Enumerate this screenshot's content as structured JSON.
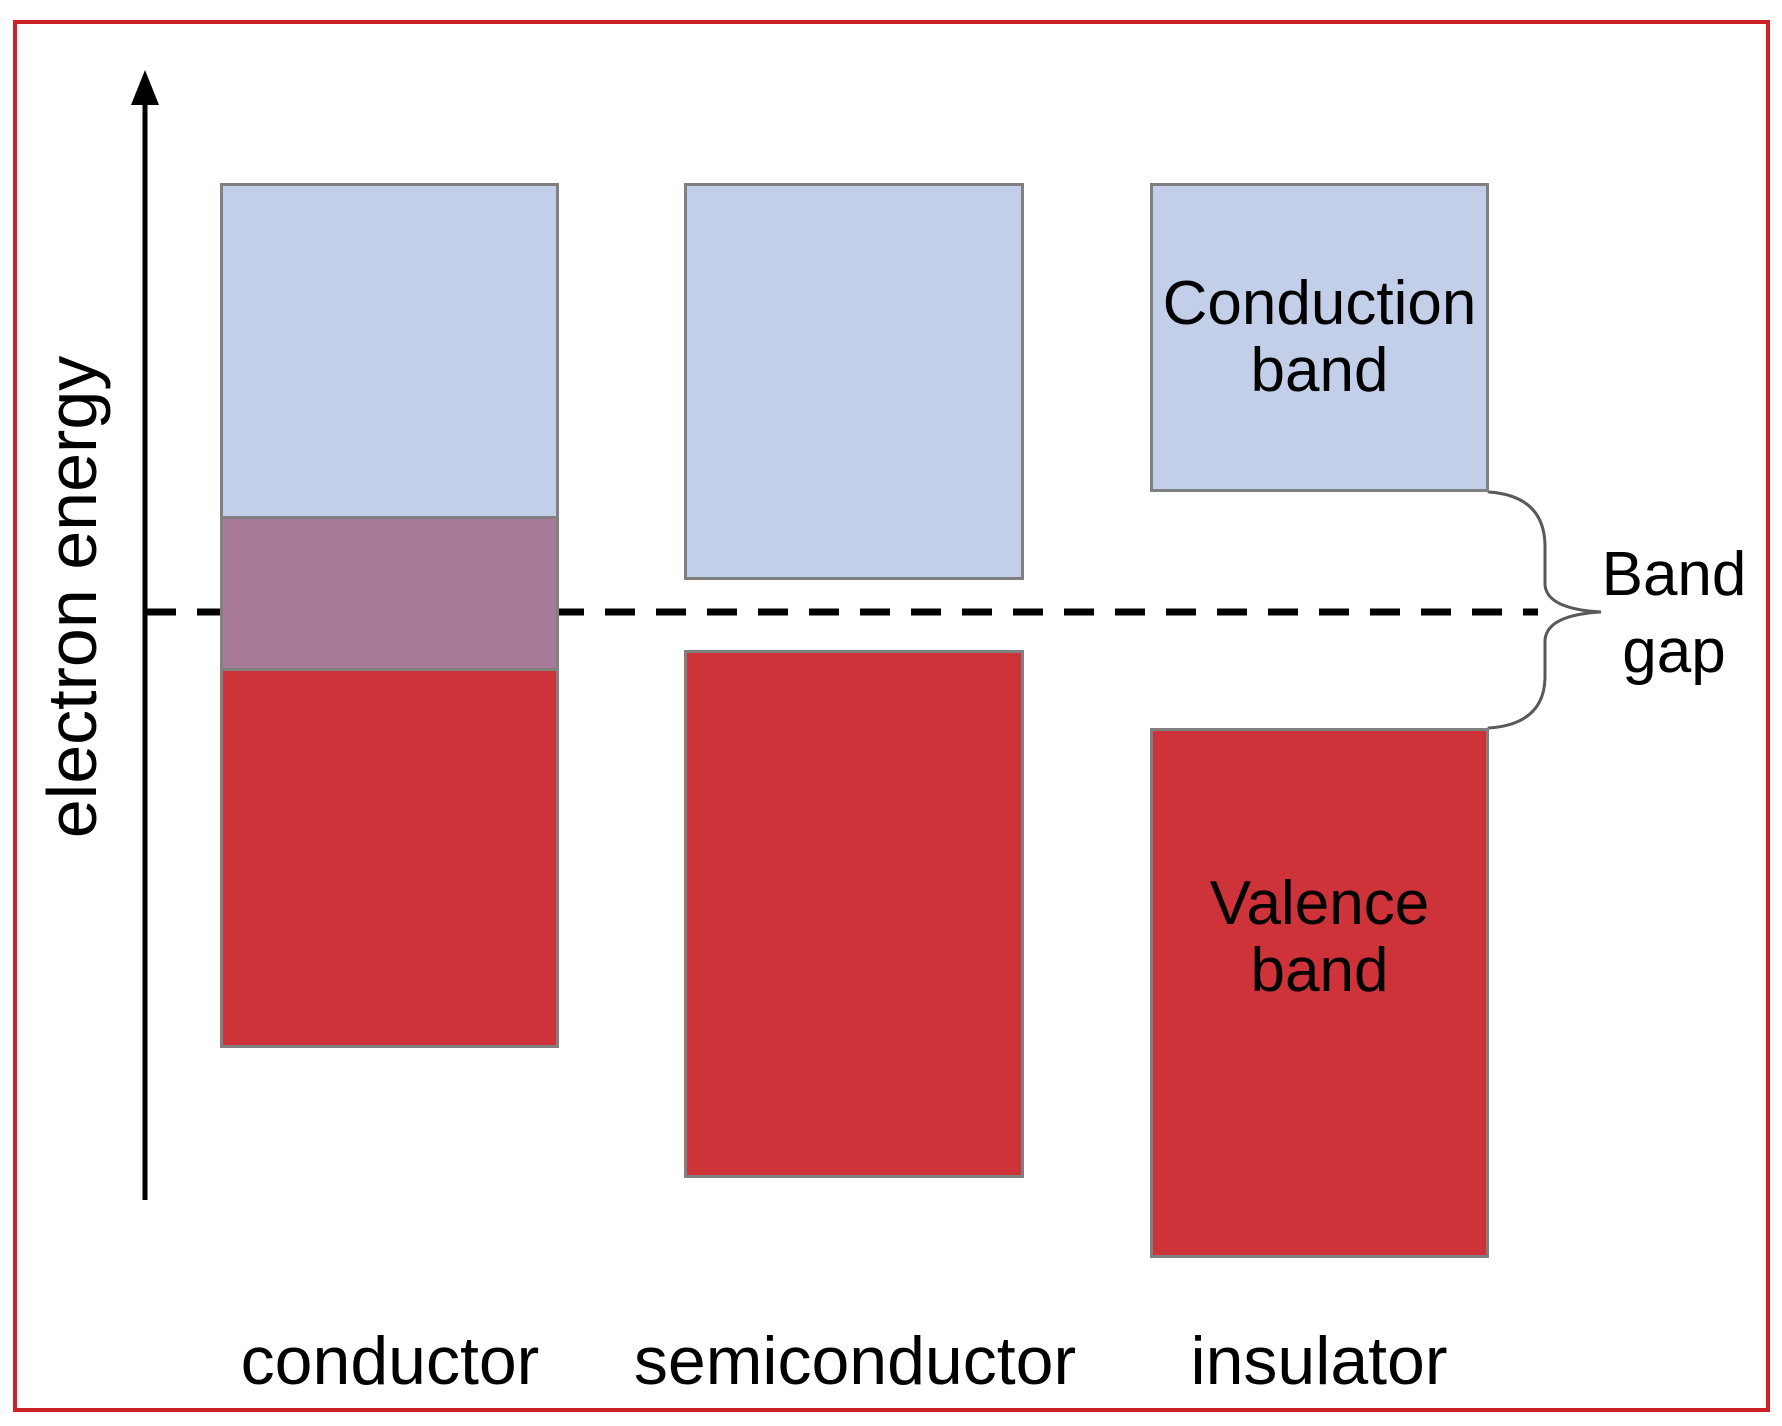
{
  "diagram": {
    "axis_label": "electron energy",
    "columns": [
      {
        "label": "conductor"
      },
      {
        "label": "semiconductor"
      },
      {
        "label": "insulator"
      }
    ],
    "annotations": {
      "conduction_band": "Conduction\nband",
      "valence_band": "Valence\nband",
      "band_gap": "Band\ngap"
    }
  },
  "colors": {
    "background": "#ffffff",
    "page_border": "#cc2127",
    "ink": "#000000",
    "band_outline": "#808080",
    "conduction_band_fill": "#c3cfe8",
    "valence_band_fill": "#cd3338",
    "overlap_fill": "#a77a98",
    "brace_stroke": "#595959"
  }
}
